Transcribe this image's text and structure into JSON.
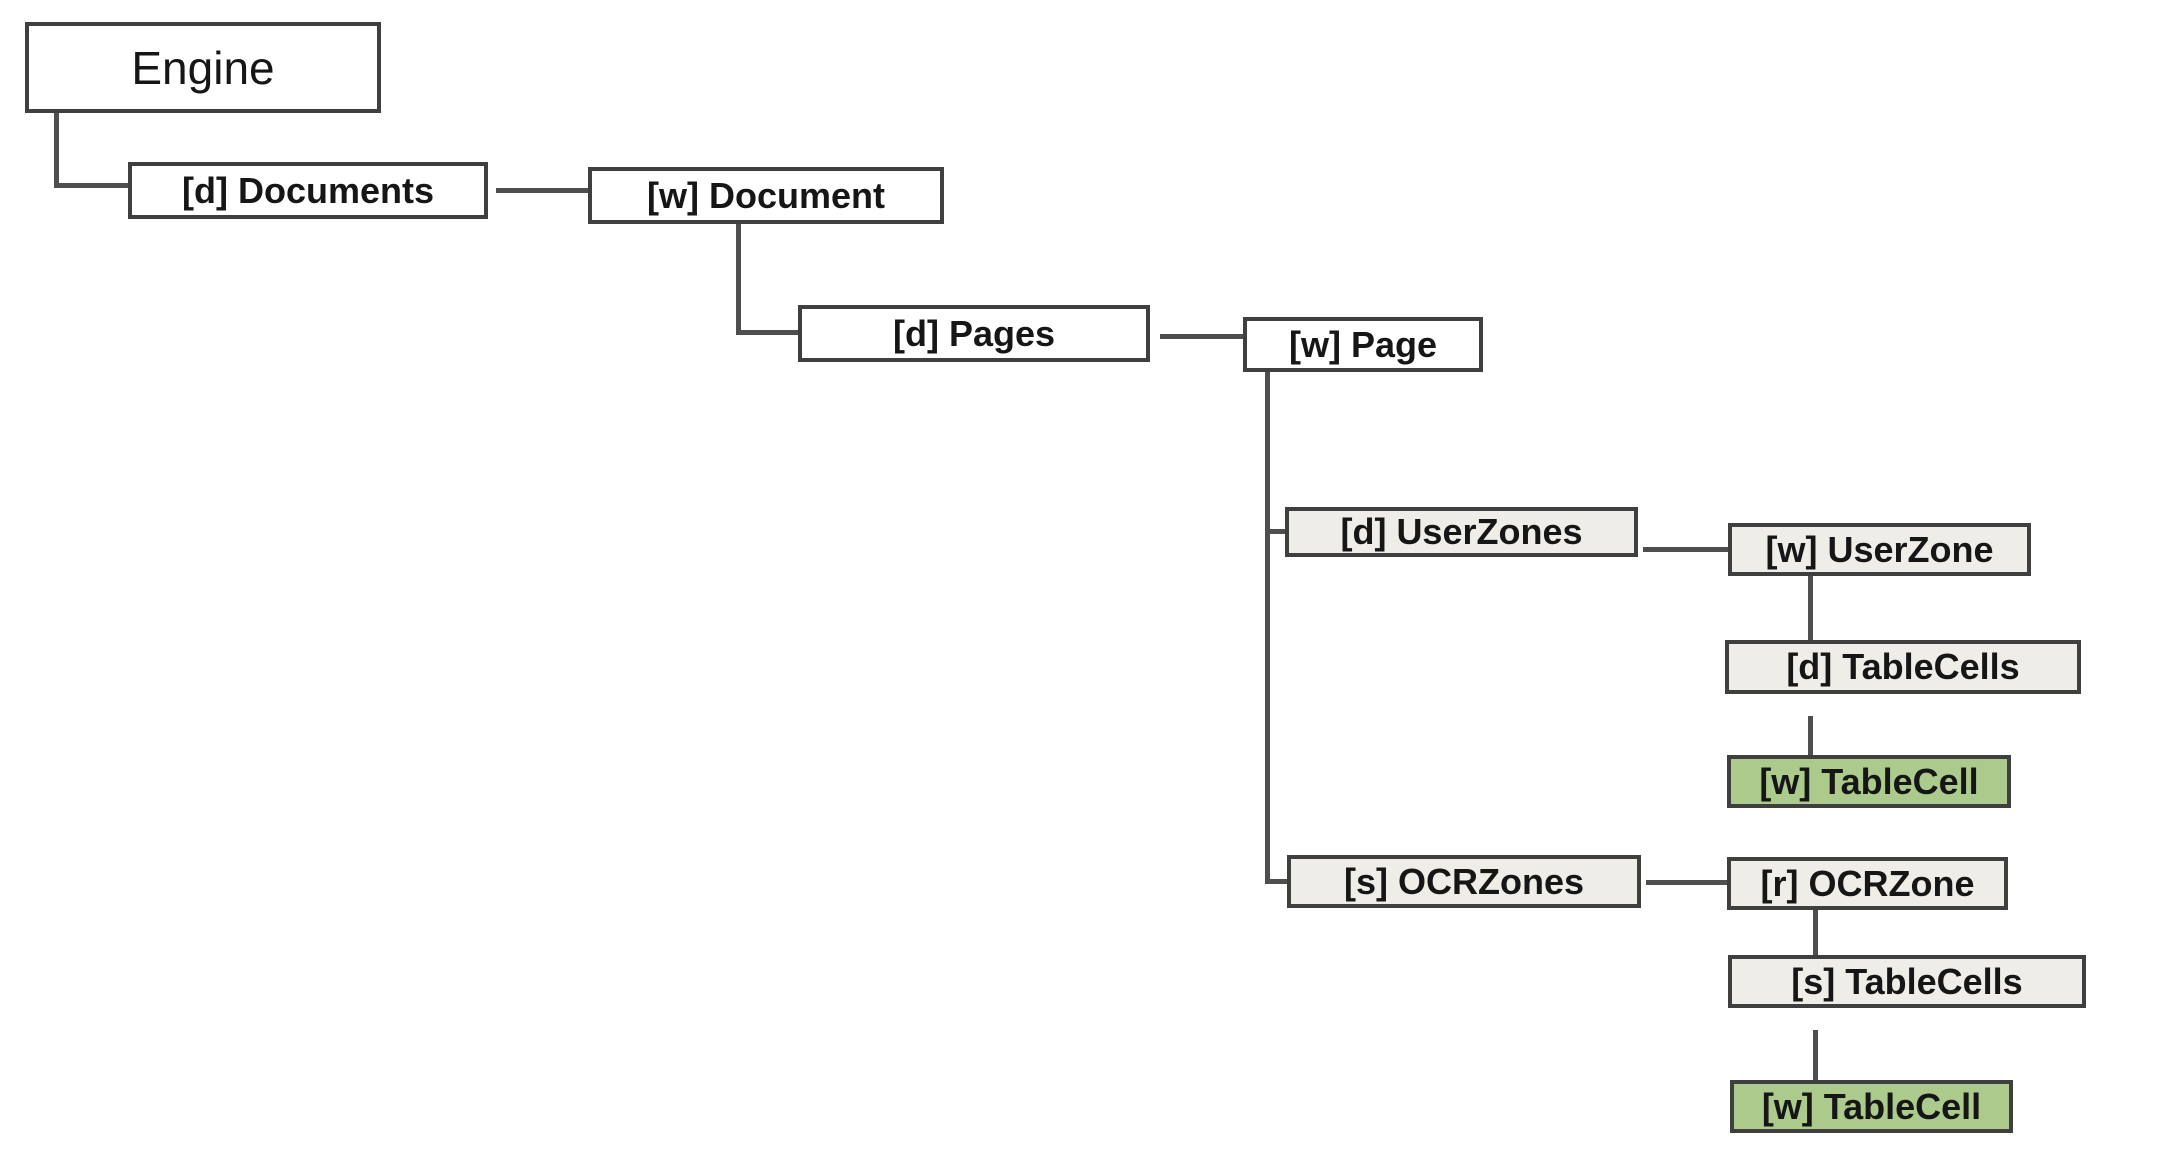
{
  "diagram": {
    "title": "Engine object hierarchy diagram",
    "nodes": {
      "engine": {
        "label": "Engine"
      },
      "documents": {
        "label": "[d] Documents"
      },
      "document": {
        "label": "[w] Document"
      },
      "pages": {
        "label": "[d] Pages"
      },
      "page": {
        "label": "[w] Page"
      },
      "userzones": {
        "label": "[d] UserZones"
      },
      "userzone": {
        "label": "[w] UserZone"
      },
      "tablecells_user": {
        "label": "[d] TableCells"
      },
      "tablecell_user": {
        "label": "[w] TableCell"
      },
      "ocrzones": {
        "label": "[s] OCRZones"
      },
      "ocrzone": {
        "label": "[r] OCRZone"
      },
      "tablecells_ocr": {
        "label": "[s] TableCells"
      },
      "tablecell_ocr": {
        "label": "[w] TableCell"
      }
    },
    "edges": [
      [
        "engine",
        "documents"
      ],
      [
        "documents",
        "document"
      ],
      [
        "document",
        "pages"
      ],
      [
        "pages",
        "page"
      ],
      [
        "page",
        "userzones"
      ],
      [
        "page",
        "ocrzones"
      ],
      [
        "userzones",
        "userzone"
      ],
      [
        "userzone",
        "tablecells_user"
      ],
      [
        "tablecells_user",
        "tablecell_user"
      ],
      [
        "ocrzones",
        "ocrzone"
      ],
      [
        "ocrzone",
        "tablecells_ocr"
      ],
      [
        "tablecells_ocr",
        "tablecell_ocr"
      ]
    ],
    "colors": {
      "box_fill_white": "#ffffff",
      "box_fill_gray": "#eeede7",
      "box_fill_green": "#abca8c",
      "border": "#3f3f3f",
      "connector": "#4e4e4e",
      "text": "#161616"
    }
  }
}
